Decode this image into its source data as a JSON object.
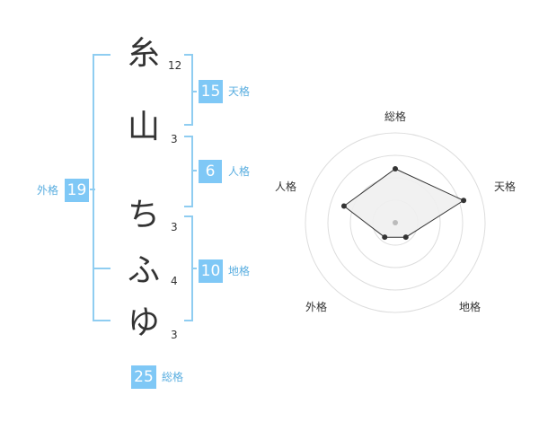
{
  "name": {
    "chars": [
      {
        "char": "糸",
        "strokes": "12"
      },
      {
        "char": "山",
        "strokes": "3"
      },
      {
        "char": "ち",
        "strokes": "3"
      },
      {
        "char": "ふ",
        "strokes": "4"
      },
      {
        "char": "ゆ",
        "strokes": "3"
      }
    ]
  },
  "kaku": {
    "tenkaku": {
      "value": "15",
      "label": "天格"
    },
    "jinkaku": {
      "value": "6",
      "label": "人格"
    },
    "chikaku": {
      "value": "10",
      "label": "地格"
    },
    "gaikaku": {
      "value": "19",
      "label": "外格"
    },
    "soukaku": {
      "value": "25",
      "label": "総格"
    }
  },
  "chart_data": {
    "type": "radar",
    "axes": [
      "総格",
      "天格",
      "地格",
      "外格",
      "人格"
    ],
    "values": [
      3,
      4,
      1,
      1,
      3
    ],
    "rmax": 5,
    "rings": 4,
    "colors": {
      "fill": "#f0f0f0",
      "line": "#333333",
      "grid": "#dddddd",
      "center": "#bbbbbb"
    }
  }
}
